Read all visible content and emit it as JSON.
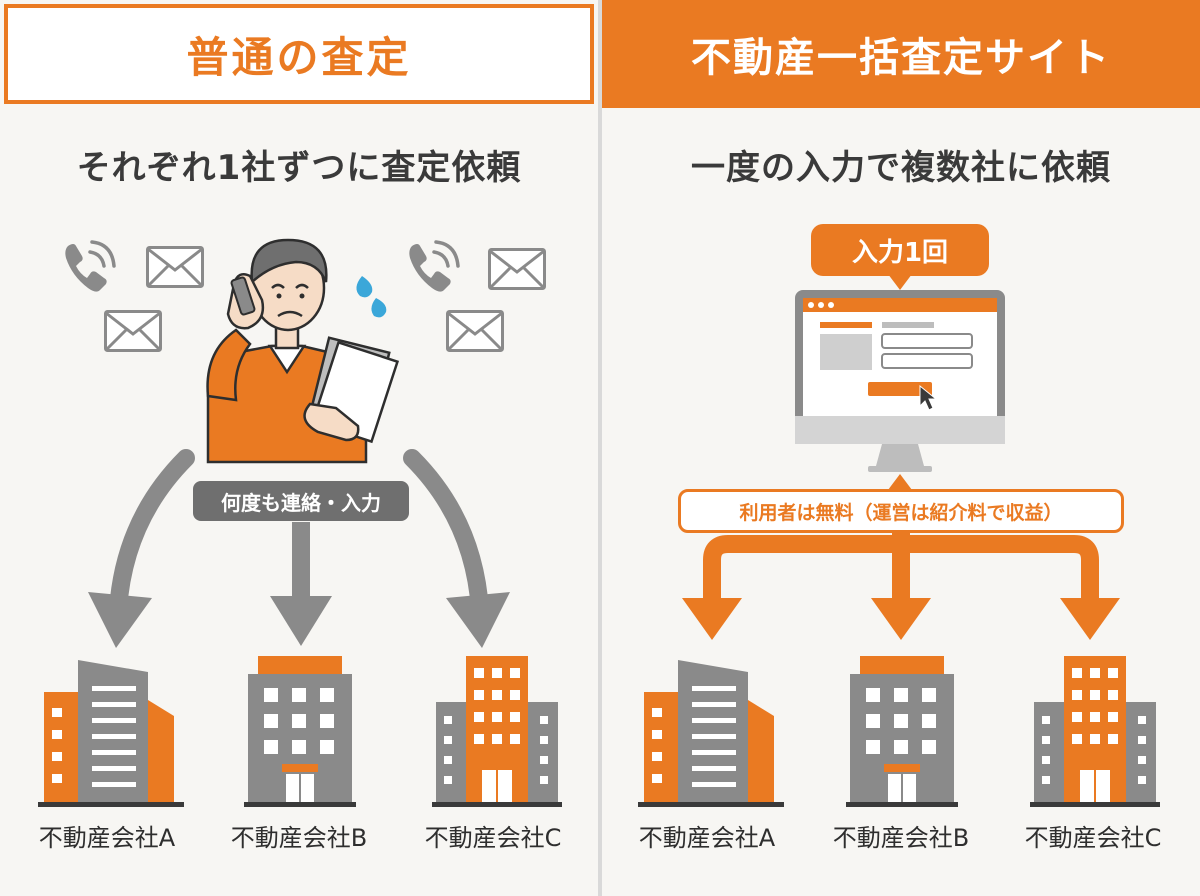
{
  "left": {
    "header": "普通の査定",
    "subheading": "それぞれ1社ずつに査定依頼",
    "note": "何度も連絡・入力",
    "companies": [
      "不動産会社A",
      "不動産会社B",
      "不動産会社C"
    ]
  },
  "right": {
    "header": "不動産一括査定サイト",
    "subheading": "一度の入力で複数社に依頼",
    "bubble": "入力1回",
    "note": "利用者は無料（運営は紹介料で収益）",
    "companies": [
      "不動産会社A",
      "不動産会社B",
      "不動産会社C"
    ]
  },
  "colors": {
    "accent": "#ea7a22",
    "gray": "#8a8a8a",
    "dark_gray": "#6f6f6f",
    "background": "#f7f6f3"
  },
  "icons": [
    "phone-icon",
    "envelope-icon",
    "monitor-icon",
    "cursor-icon",
    "building-icon",
    "person-icon"
  ]
}
